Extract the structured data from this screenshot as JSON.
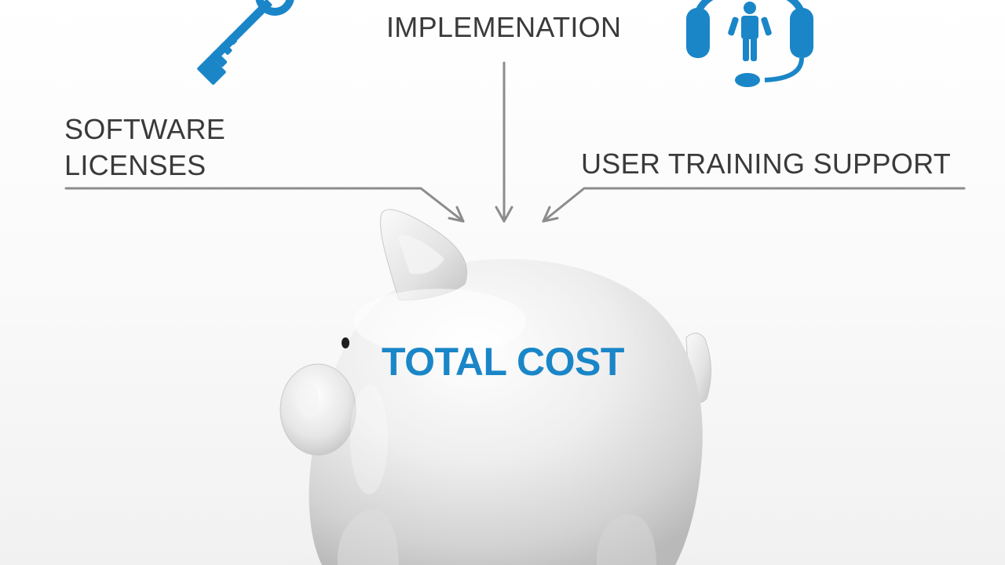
{
  "labels": {
    "implementation": "IMPLEMENATION",
    "software_line1": "SOFTWARE",
    "software_line2": "LICENSES",
    "user_training": "USER TRAINING SUPPORT",
    "total_cost": "TOTAL COST"
  },
  "icons": {
    "key": "key-icon",
    "support": "headset-person-icon",
    "piggy_bank": "piggy-bank-icon"
  },
  "colors": {
    "accent_blue": "#1a86c8",
    "text": "#3a3a3a",
    "lines": "#8c8c8c"
  }
}
